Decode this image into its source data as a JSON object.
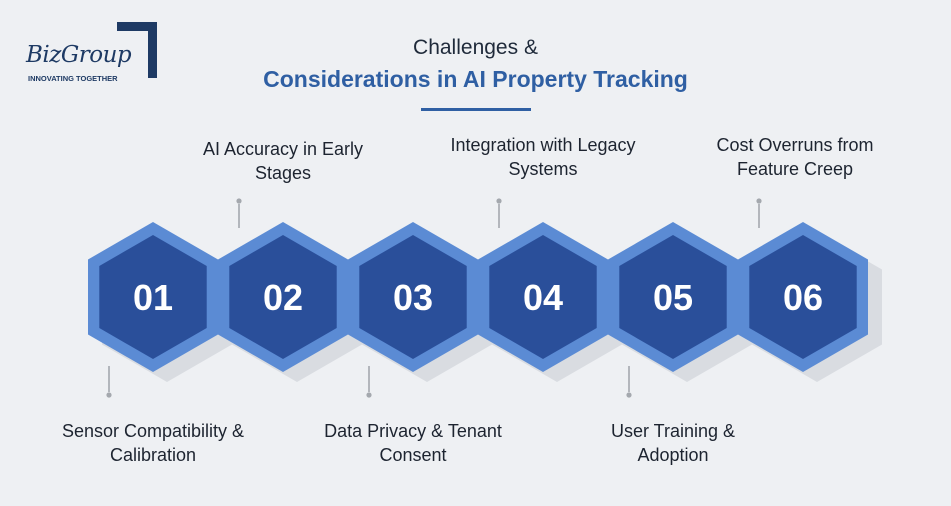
{
  "logo": {
    "name": "BizGroup",
    "tagline": "INNOVATING TOGETHER"
  },
  "title": {
    "line1": "Challenges &",
    "line2": "Considerations in AI Property Tracking"
  },
  "colors": {
    "background": "#eef0f3",
    "hex_outer": "#5b8bd4",
    "hex_inner": "#2a4f9a",
    "hex_shadow": "#d9dce1",
    "accent": "#2f5fa3",
    "connector": "#a4a8ae"
  },
  "steps": [
    {
      "number": "01",
      "label_lines": [
        "Sensor Compatibility &",
        "Calibration"
      ],
      "position": "bottom"
    },
    {
      "number": "02",
      "label_lines": [
        "AI Accuracy in Early",
        "Stages"
      ],
      "position": "top"
    },
    {
      "number": "03",
      "label_lines": [
        "Data Privacy & Tenant",
        "Consent"
      ],
      "position": "bottom"
    },
    {
      "number": "04",
      "label_lines": [
        "Integration with Legacy",
        "Systems"
      ],
      "position": "top"
    },
    {
      "number": "05",
      "label_lines": [
        "User Training &",
        "Adoption"
      ],
      "position": "bottom"
    },
    {
      "number": "06",
      "label_lines": [
        "Cost Overruns from",
        "Feature Creep"
      ],
      "position": "top"
    }
  ]
}
